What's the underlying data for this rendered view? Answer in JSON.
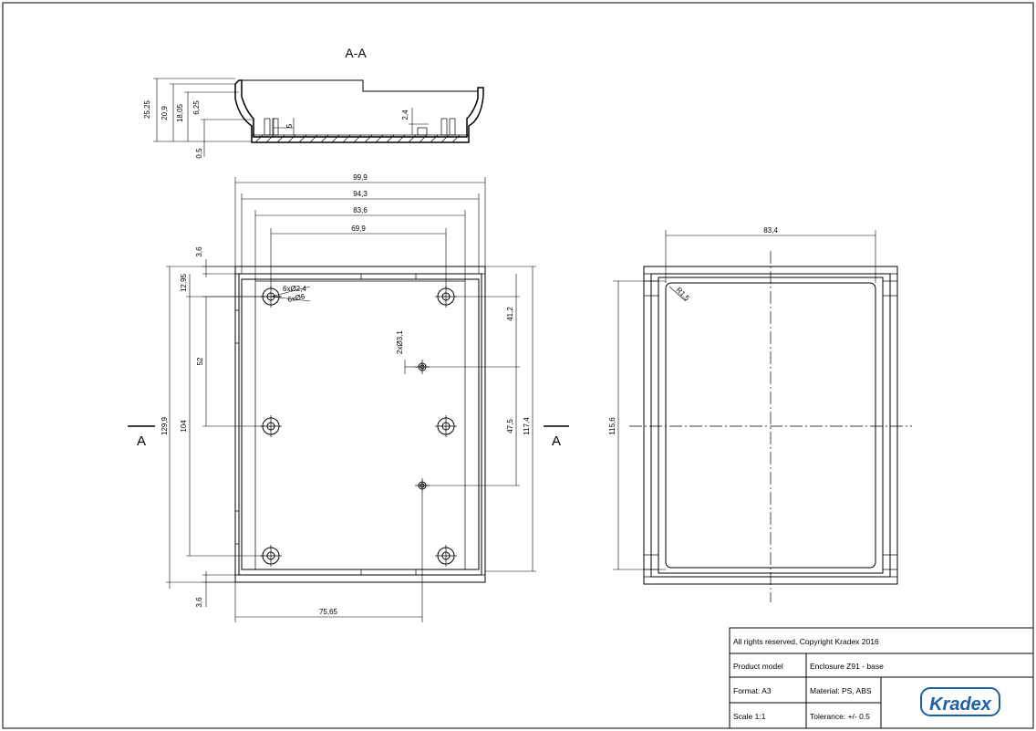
{
  "section_label": "A-A",
  "section_marks": [
    "A",
    "A"
  ],
  "dimensions": {
    "section": [
      "25,25",
      "20,9",
      "18,05",
      "6,25",
      "0,5",
      "5",
      "2,4"
    ],
    "top_widths": [
      "99,9",
      "94,3",
      "83,6",
      "69,9"
    ],
    "left_vert": [
      "3,6",
      "12,95",
      "129,9",
      "104",
      "52",
      "3,6"
    ],
    "holes": [
      "6xØ2,4",
      "6xØ6"
    ],
    "small_hole": "2xØ3,1",
    "right_vert": [
      "41,2",
      "47,5",
      "117,4"
    ],
    "bottom_width": "75,65",
    "right_view_width": "83,4",
    "right_view_height": "115,6",
    "radius": "R1,5"
  },
  "title_block": {
    "copyright": "All rights reserved, Copyright Kradex 2016",
    "product_model_label": "Product model",
    "product_model_value": "Enclosure Z91 - base",
    "format": "Format: A3",
    "material": "Material: PS, ABS",
    "scale": "Scale 1:1",
    "tolerance": "Tolerance: +/- 0.5",
    "logo_text": "Kradex"
  },
  "colors": {
    "line": "#000000",
    "logo_blue": "#1f5fa8"
  }
}
